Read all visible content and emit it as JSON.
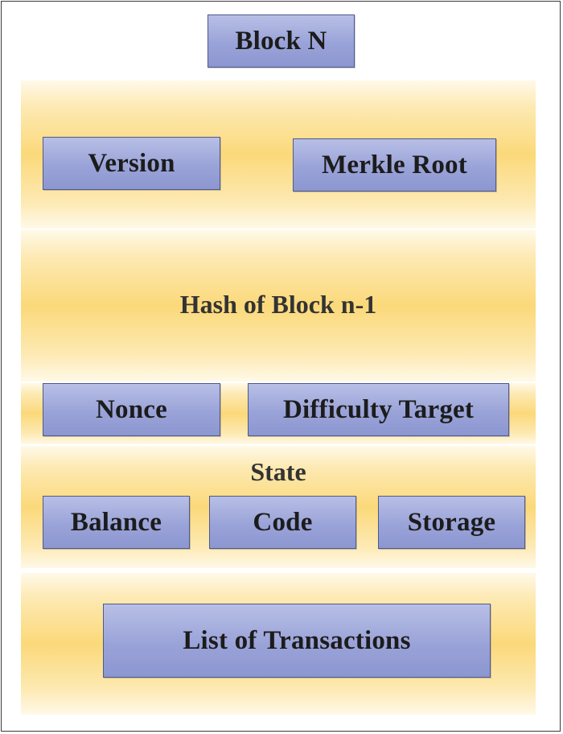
{
  "diagram": {
    "title": "Block N",
    "header": {
      "version": "Version",
      "merkle_root": "Merkle Root"
    },
    "prev_hash": "Hash of Block n-1",
    "mining": {
      "nonce": "Nonce",
      "difficulty_target": "Difficulty Target"
    },
    "state": {
      "label": "State",
      "balance": "Balance",
      "code": "Code",
      "storage": "Storage"
    },
    "transactions": "List of Transactions"
  },
  "colors": {
    "box_fill": "#9aa3d8",
    "box_border": "#4e5a8c",
    "band_fill": "#fbd97a",
    "text": "#1c1c1c"
  }
}
